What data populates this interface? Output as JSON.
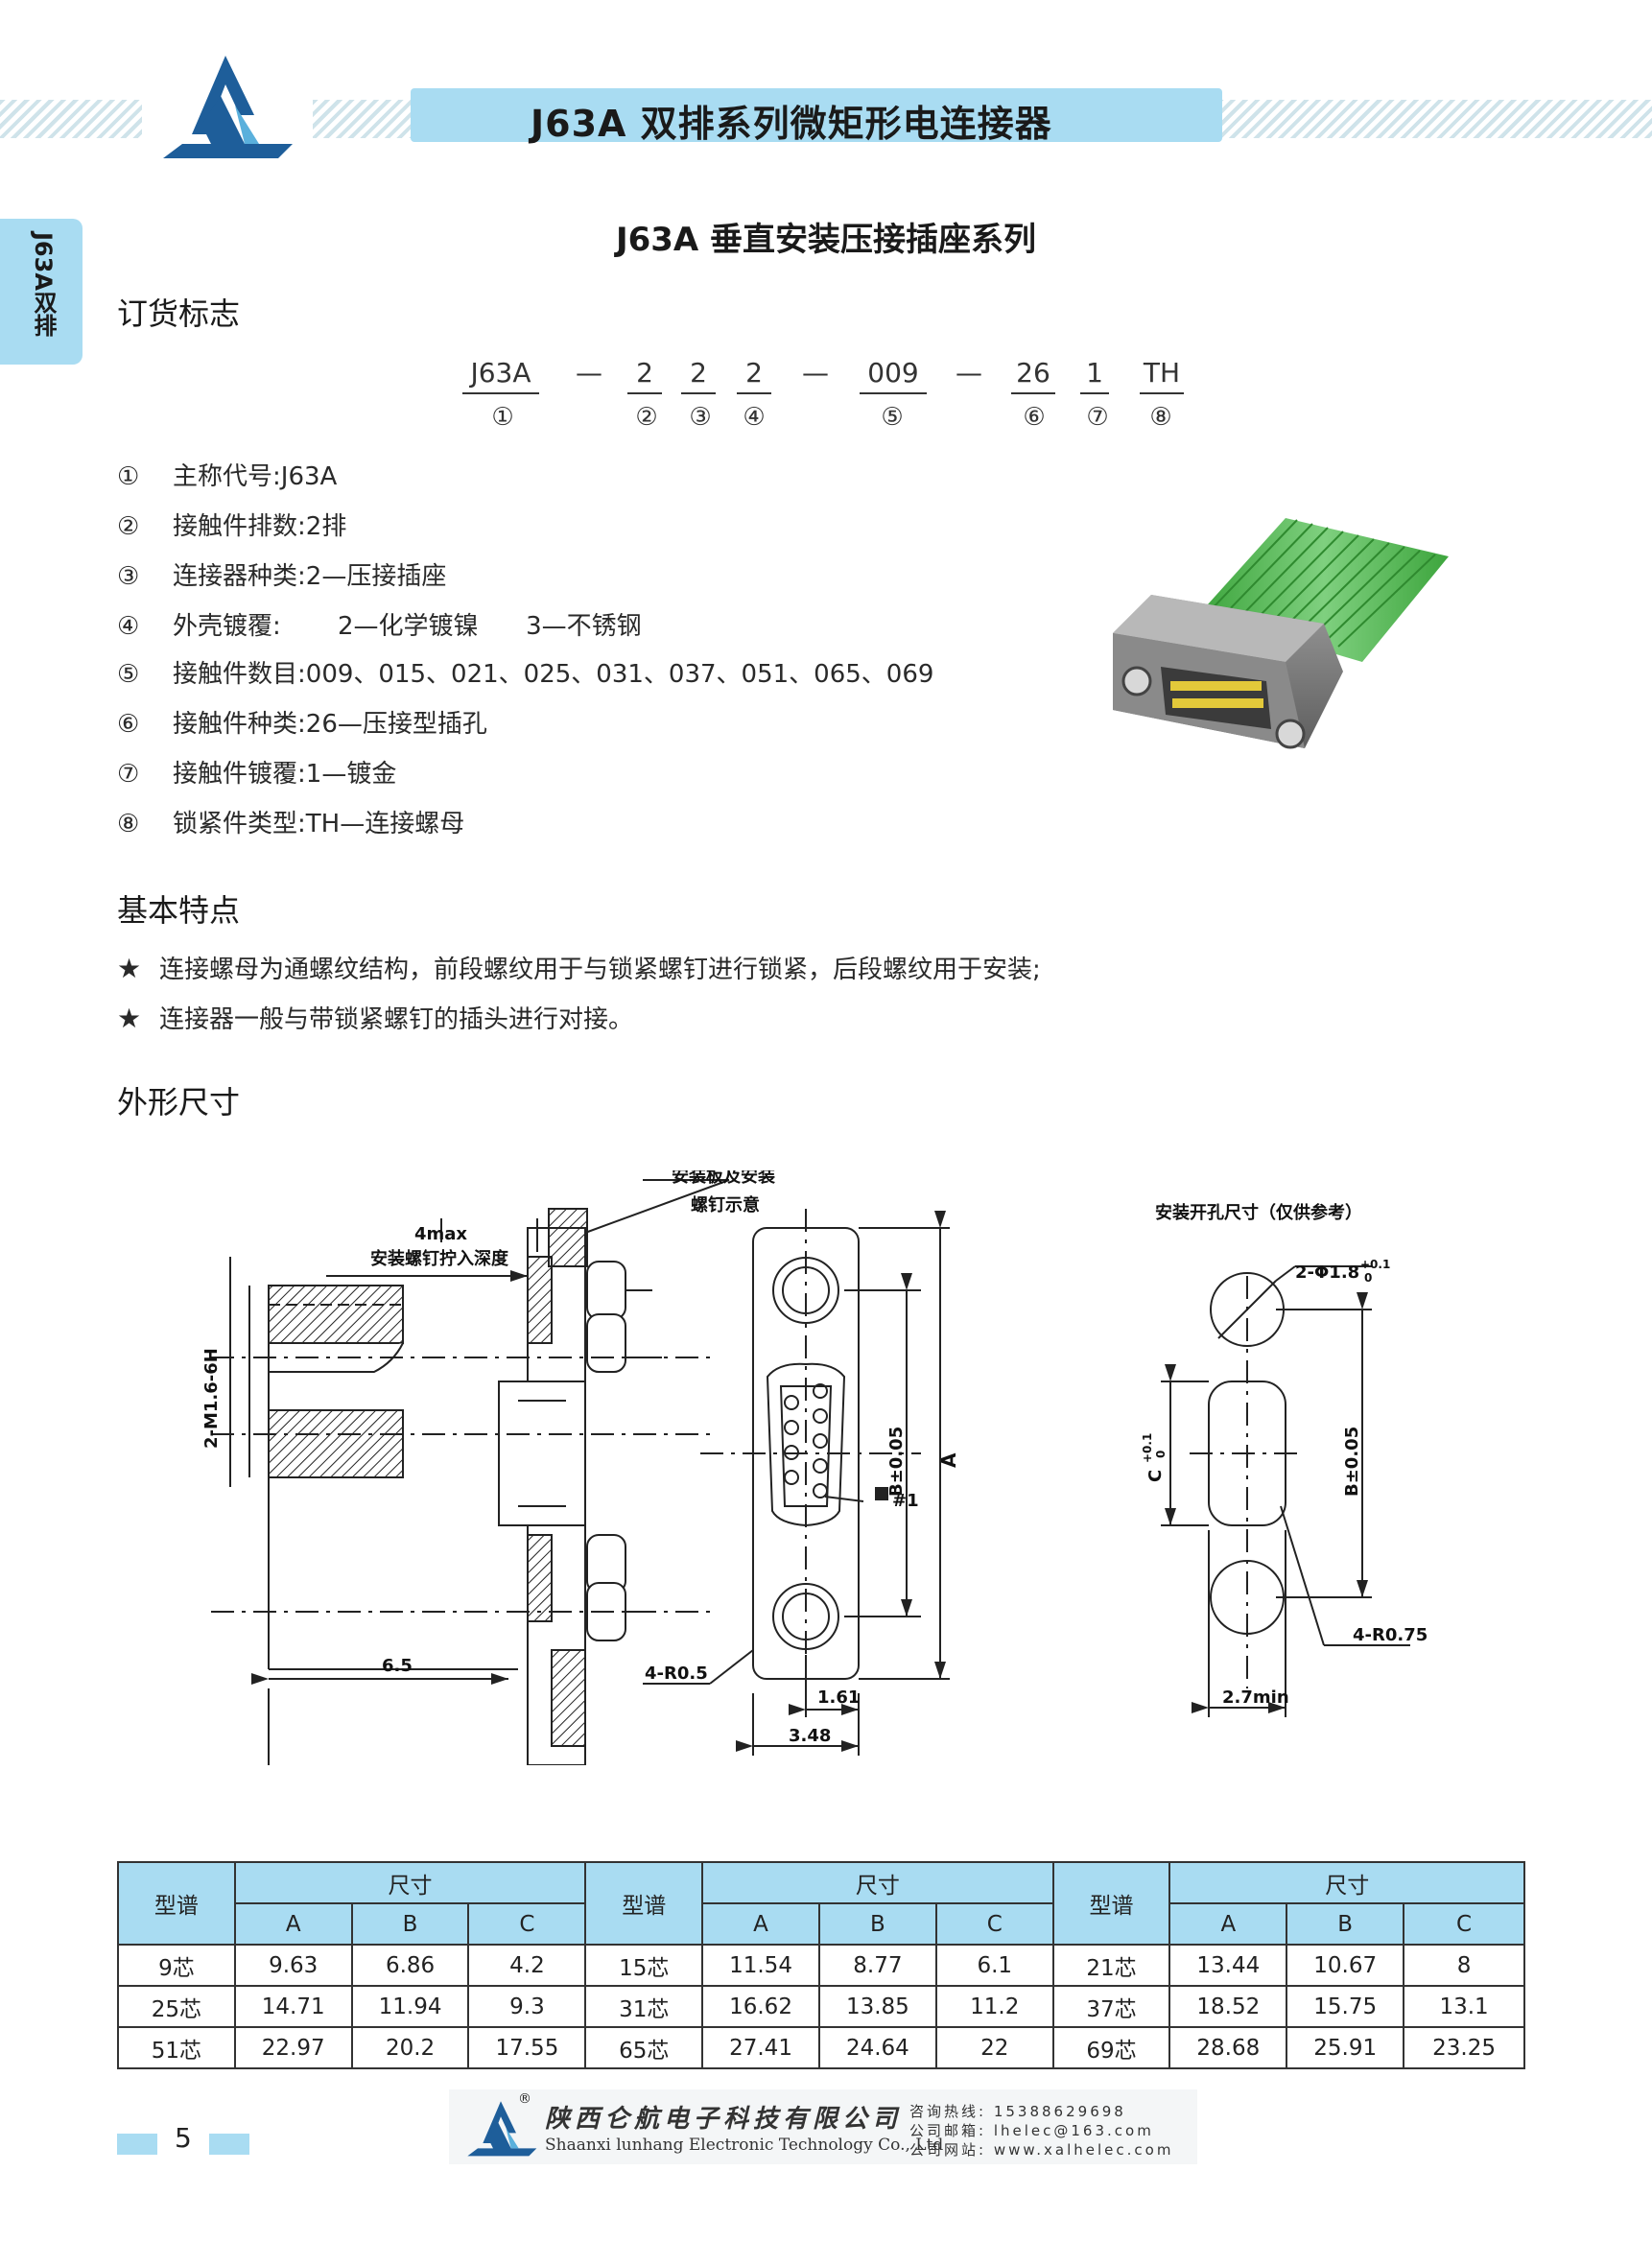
{
  "header": {
    "title": "J63A 双排系列微矩形电连接器",
    "side_tab": "J63A双排",
    "accent_color": "#a9dcf2",
    "logo_color": "#1e5e9a"
  },
  "subtitle": "J63A 垂直安装压接插座系列",
  "ordering": {
    "heading": "订货标志",
    "code_parts": [
      "J63A",
      "—",
      "2",
      "2",
      "2",
      "—",
      "009",
      "—",
      "26",
      "1",
      "TH"
    ],
    "code_numbers": [
      "①",
      "②",
      "③",
      "④",
      "⑤",
      "⑥",
      "⑦",
      "⑧"
    ],
    "items": [
      {
        "n": "①",
        "label": "主称代号",
        "value": ":J63A"
      },
      {
        "n": "②",
        "label": "接触件排数",
        "value": ":2排"
      },
      {
        "n": "③",
        "label": "连接器种类",
        "value": ":2—压接插座"
      },
      {
        "n": "④",
        "label": "外壳镀覆:",
        "value": "2—化学镀镍      3—不锈钢"
      },
      {
        "n": "⑤",
        "label": "接触件数目",
        "value": ":009、015、021、025、031、037、051、065、069"
      },
      {
        "n": "⑥",
        "label": "接触件种类",
        "value": ":26—压接型插孔"
      },
      {
        "n": "⑦",
        "label": "接触件镀覆",
        "value": ":1—镀金"
      },
      {
        "n": "⑧",
        "label": "锁紧件类型",
        "value": ":TH—连接螺母"
      }
    ]
  },
  "features": {
    "heading": "基本特点",
    "star": "★",
    "items": [
      "连接螺母为通螺纹结构，前段螺纹用于与锁紧螺钉进行锁紧，后段螺纹用于安装;",
      "连接器一般与带锁紧螺钉的插头进行对接。"
    ]
  },
  "dimensions": {
    "heading": "外形尺寸",
    "labels": {
      "panel": "安装板及安装",
      "panel2": "螺钉示意",
      "maxdepth": "4max",
      "depth_note": "安装螺钉拧入深度",
      "thread": "2-M1.6-6H",
      "len": "6.5",
      "r05": "4-R0.5",
      "d161": "1.61",
      "d348": "3.48",
      "b": "B±0.05",
      "a": "A",
      "pin1": "#1",
      "cutout_title": "安装开孔尺寸（仅供参考）",
      "hole": "2-Φ1.8",
      "hole_tol": "+0.1",
      "hole_tol0": "0",
      "c": "C",
      "c_tol": "+0.1",
      "c_tol0": "0",
      "b2": "B±0.05",
      "r075": "4-R0.75",
      "w27": "2.7min"
    }
  },
  "table": {
    "head_model": "型谱",
    "head_size": "尺寸",
    "cols": [
      "A",
      "B",
      "C"
    ],
    "rows": [
      [
        [
          "9芯",
          "9.63",
          "6.86",
          "4.2"
        ],
        [
          "15芯",
          "11.54",
          "8.77",
          "6.1"
        ],
        [
          "21芯",
          "13.44",
          "10.67",
          "8"
        ]
      ],
      [
        [
          "25芯",
          "14.71",
          "11.94",
          "9.3"
        ],
        [
          "31芯",
          "16.62",
          "13.85",
          "11.2"
        ],
        [
          "37芯",
          "18.52",
          "15.75",
          "13.1"
        ]
      ],
      [
        [
          "51芯",
          "22.97",
          "20.2",
          "17.55"
        ],
        [
          "65芯",
          "27.41",
          "24.64",
          "22"
        ],
        [
          "69芯",
          "28.68",
          "25.91",
          "23.25"
        ]
      ]
    ]
  },
  "footer": {
    "page": "5",
    "company_cn": "陕西仑航电子科技有限公司",
    "company_en": "Shaanxi lunhang Electronic Technology Co., Ltd",
    "reg": "®",
    "hotline_label": "咨询热线:",
    "hotline": "15388629698",
    "email_label": "公司邮箱:",
    "email": "lhelec@163.com",
    "web_label": "公司网站:",
    "web": "www.xalhelec.com"
  }
}
